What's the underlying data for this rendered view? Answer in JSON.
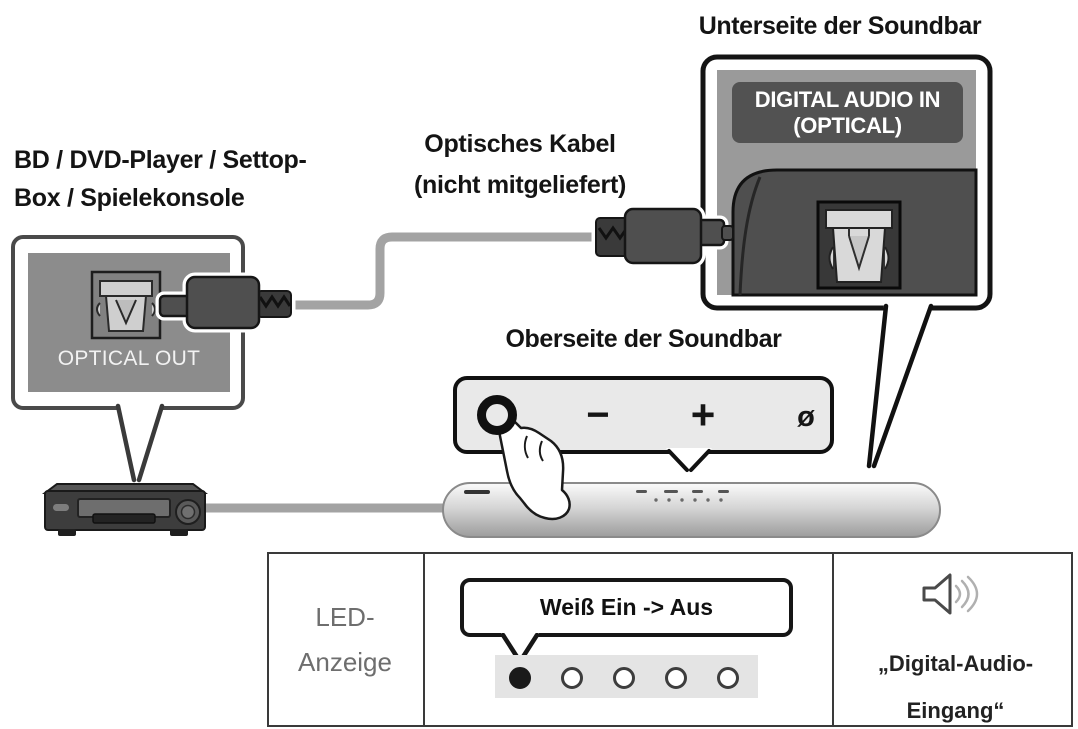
{
  "diagram": {
    "titles": {
      "underside": "Unterseite der Soundbar",
      "topside": "Oberseite der Soundbar",
      "source_device_line1": "BD / DVD-Player / Settop-",
      "source_device_line2": "Box / Spielekonsole",
      "cable_line1": "Optisches Kabel",
      "cable_line2": "(nicht mitgeliefert)"
    },
    "ports": {
      "digital_in_line1": "DIGITAL AUDIO IN",
      "digital_in_line2": "(OPTICAL)",
      "optical_out": "OPTICAL OUT"
    },
    "panel": {
      "buttons": [
        {
          "name": "multifunction-button",
          "glyph": "circle-ring"
        },
        {
          "name": "volume-down-button",
          "glyph": "−"
        },
        {
          "name": "volume-up-button",
          "glyph": "+"
        },
        {
          "name": "mic-off-button",
          "glyph": "ø"
        }
      ]
    },
    "icons": {
      "toslink_port": "optical-port-icon",
      "hand": "pointing-hand-icon"
    }
  },
  "table": {
    "led_label_line1": "LED-",
    "led_label_line2": "Anzeige",
    "bubble_text": "Weiß Ein -> Aus",
    "leds": [
      {
        "state": "on"
      },
      {
        "state": "off"
      },
      {
        "state": "off"
      },
      {
        "state": "off"
      },
      {
        "state": "off"
      }
    ],
    "speaker_icon": "speaker-with-sound-waves",
    "source_name_line1": "„Digital-Audio-",
    "source_name_line2": "Eingang“"
  },
  "colors": {
    "panel_gray": "#9a9a9a",
    "box_gray": "#8c8c8c",
    "dark_gray": "#4f4f4f",
    "label_dark": "#525252",
    "cable_gray": "#a3a3a3",
    "led_on": "#1a1a1a",
    "strip_gray": "#e4e4e4",
    "control_panel_bg": "#e9e9e9"
  }
}
